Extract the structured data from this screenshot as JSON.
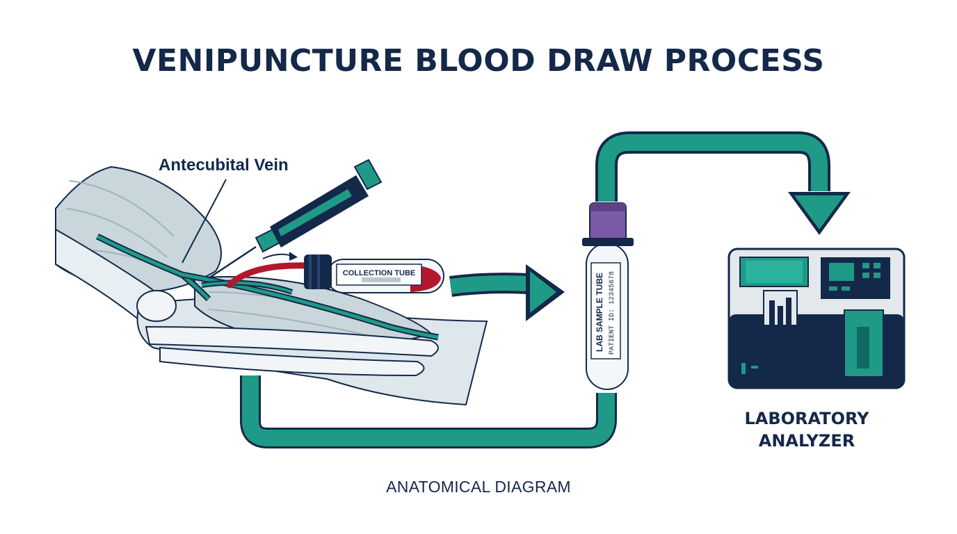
{
  "title": "VENIPUNCTURE BLOOD DRAW PROCESS",
  "labels": {
    "vein": "Antecubital Vein",
    "collection_tube": "COLLECTION TUBE",
    "lab_tube_line1": "LAB SAMPLE TUBE",
    "lab_tube_line2": "PATIENT ID: 12345678",
    "analyzer_line1": "LABORATORY",
    "analyzer_line2": "ANALYZER"
  },
  "caption": "ANATOMICAL DIAGRAM",
  "colors": {
    "navy": "#14284a",
    "teal": "#1f9a86",
    "teal_dark": "#0f6a66",
    "purple_cap": "#7b5aa6",
    "blood": "#b3172b",
    "bone": "#e8eff3",
    "muscle": "#c9d6dc"
  }
}
